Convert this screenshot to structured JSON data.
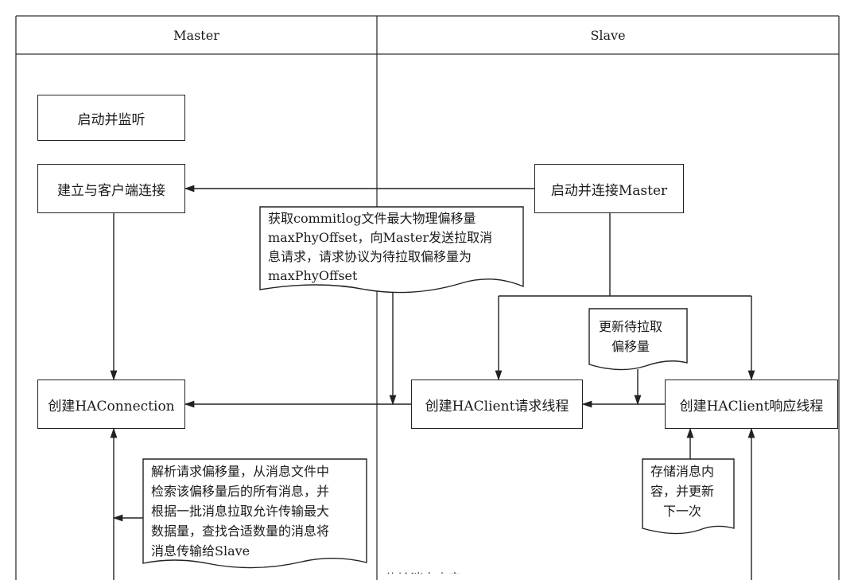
{
  "lanes": {
    "master": "Master",
    "slave": "Slave"
  },
  "boxes": {
    "start_listen": "启动并监听",
    "establish_conn": "建立与客户端连接",
    "create_haconnection": "创建HAConnection",
    "start_connect_master": "启动并连接Master",
    "create_haclient_request": "创建HAClient请求线程",
    "create_haclient_response": "创建HAClient响应线程"
  },
  "notes": {
    "get_offset": [
      "获取commitlog文件最大物理偏移量",
      "maxPhyOffset，向Master发送拉取消",
      "息请求，请求协议为待拉取偏移量为",
      "maxPhyOffset"
    ],
    "update_offset": [
      "更新待拉取",
      "偏移量"
    ],
    "parse_request": [
      "解析请求偏移量，从消息文件中",
      "检索该偏移量后的所有消息，并",
      "根据一批消息拉取允许传输最大",
      "数据量，查找合适数量的消息将",
      "消息传输给Slave"
    ],
    "store_message": [
      "存储消息内",
      "容，并更新",
      "下一次"
    ]
  },
  "bottom_label": "传输消息内容"
}
